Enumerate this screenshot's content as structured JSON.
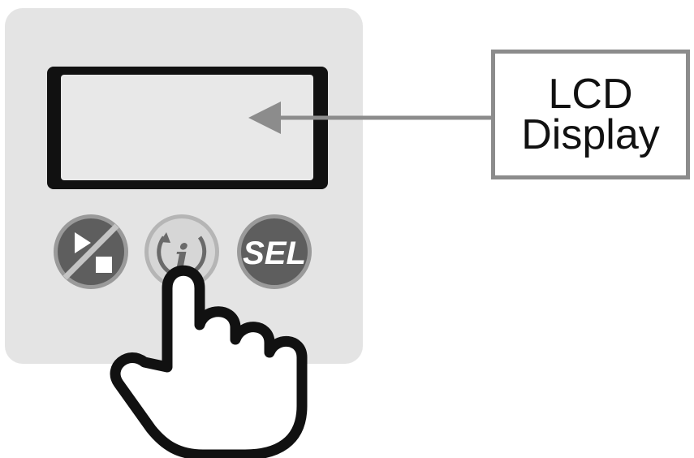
{
  "panel": {
    "lcd": {
      "state": "blank"
    }
  },
  "callout": {
    "label": "LCD\nDisplay"
  },
  "buttons": [
    {
      "name": "play-stop-button",
      "icon": "play-stop-icon"
    },
    {
      "name": "info-button",
      "icon": "info-cycle-icon"
    },
    {
      "name": "select-button",
      "label": "SEL"
    }
  ],
  "pointer": {
    "icon": "pointing-hand-icon",
    "target": "info-button"
  },
  "colors": {
    "panel": "#e4e4e4",
    "lcd_frame": "#111111",
    "lcd_screen": "#e8e8e8",
    "button_dark": "#5e5e5e",
    "button_light": "#bdbdbd",
    "arrow": "#8c8c8c"
  }
}
